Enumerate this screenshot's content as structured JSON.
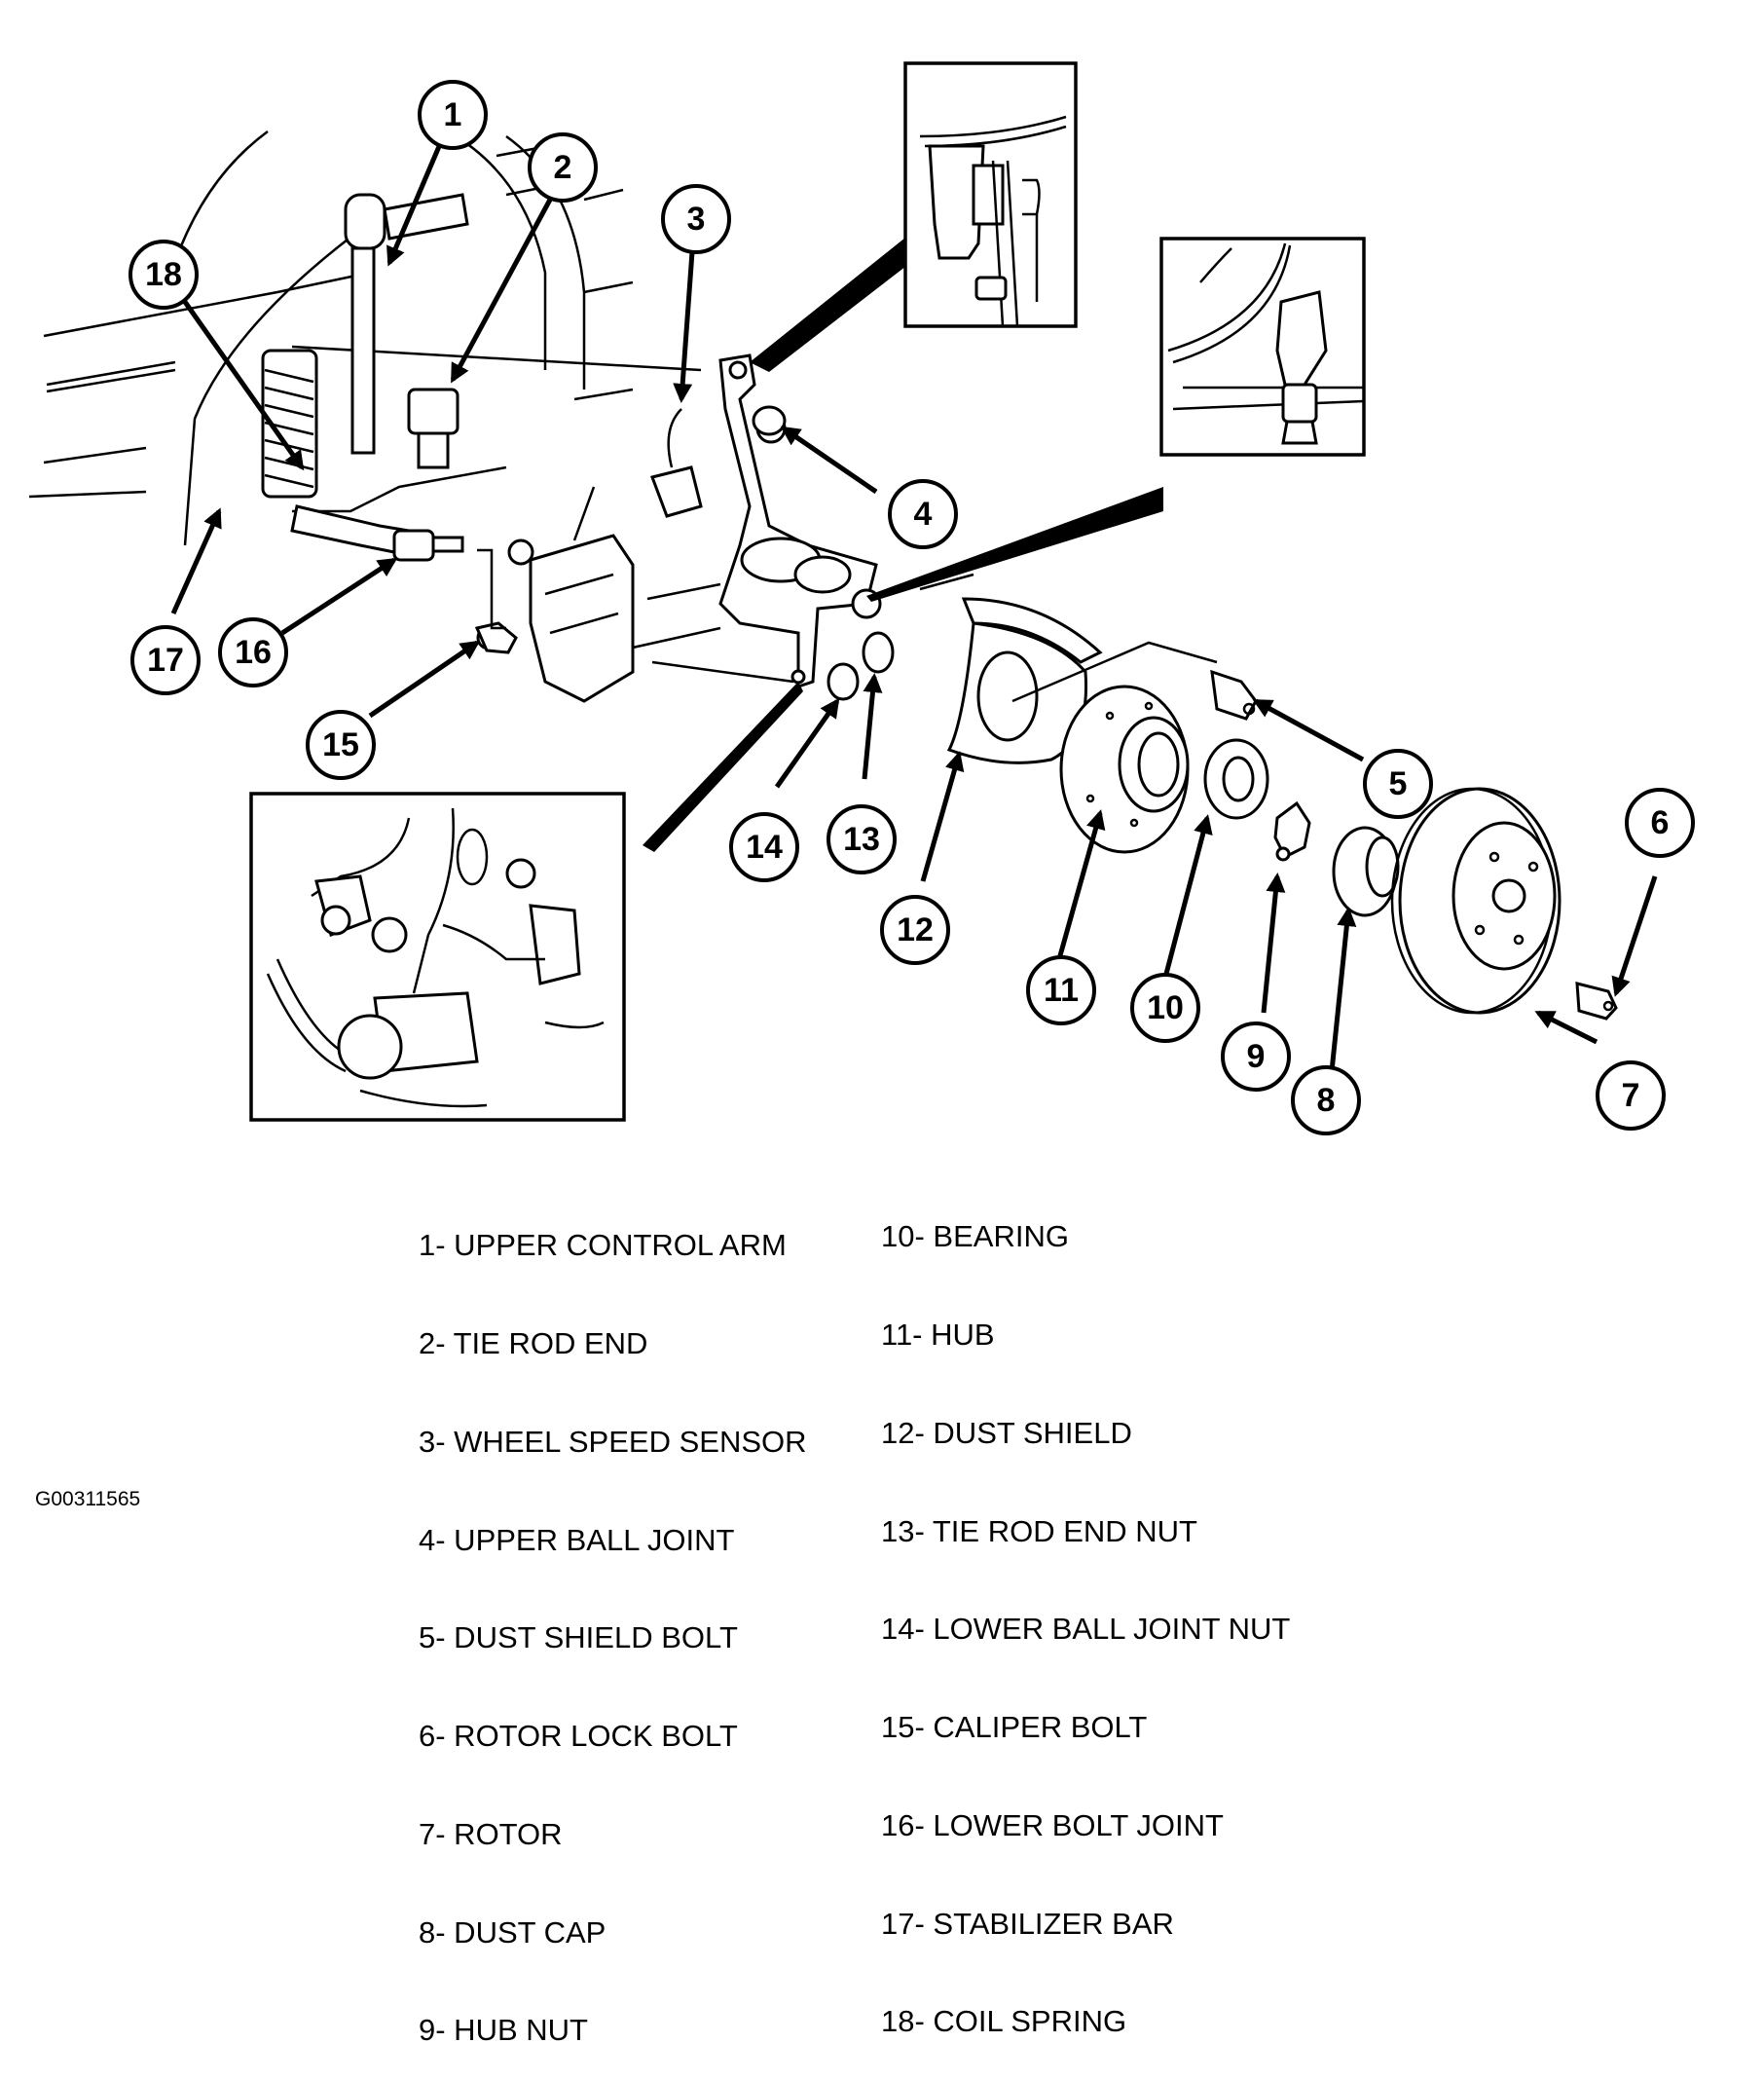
{
  "diagram": {
    "title": "Front suspension / hub exploded view",
    "figure_id": "G00311565",
    "callouts": [
      "1",
      "2",
      "3",
      "4",
      "5",
      "6",
      "7",
      "8",
      "9",
      "10",
      "11",
      "12",
      "13",
      "14",
      "15",
      "16",
      "17",
      "18"
    ],
    "insets": [
      "upper-ball-joint-separator-detail",
      "tie-rod-end-puller-detail",
      "lower-ball-joint-detail"
    ]
  },
  "legend": {
    "left": [
      "1- UPPER CONTROL ARM",
      "2- TIE ROD END",
      "3- WHEEL SPEED SENSOR",
      "4- UPPER BALL JOINT",
      "5- DUST SHIELD BOLT",
      "6- ROTOR LOCK BOLT",
      "7- ROTOR",
      "8- DUST CAP",
      "9- HUB NUT"
    ],
    "right": [
      "10- BEARING",
      "11- HUB",
      "12- DUST SHIELD",
      "13- TIE ROD END NUT",
      "14- LOWER BALL JOINT NUT",
      "15- CALIPER BOLT",
      "16- LOWER BOLT JOINT",
      "17- STABILIZER BAR",
      "18- COIL SPRING"
    ]
  }
}
